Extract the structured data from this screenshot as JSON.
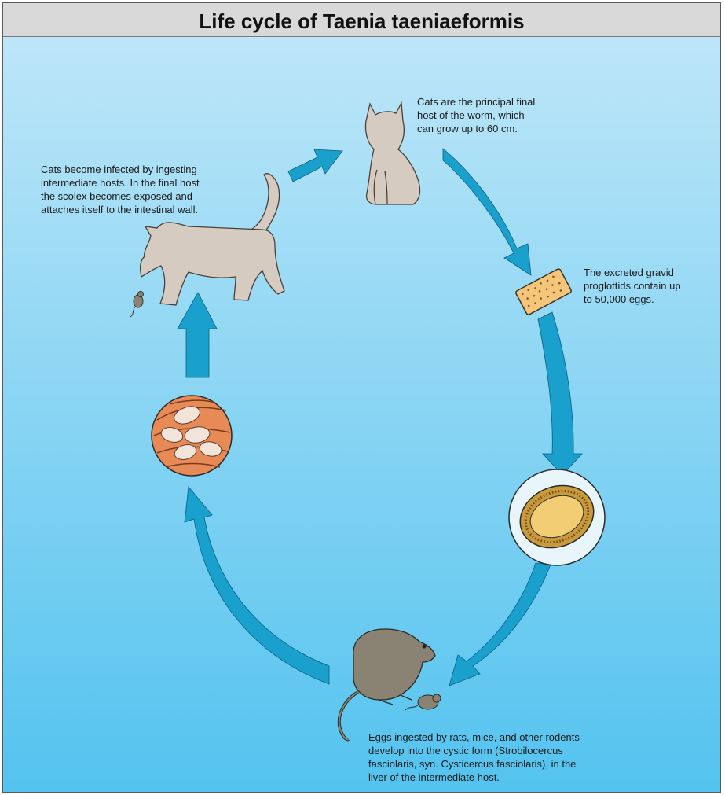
{
  "title": "Life cycle of Taenia taeniaeformis",
  "captions": {
    "infection": [
      "Cats become infected by ingesting",
      "intermediate hosts. In the final host",
      "the scolex becomes exposed and",
      "attaches itself to the intestinal wall."
    ],
    "final_host": [
      "Cats are the principal final",
      "host of the worm, which",
      "can grow up to 60 cm."
    ],
    "proglottids": [
      "The excreted gravid",
      "proglottids contain up",
      "to 50,000 eggs."
    ],
    "rodents": [
      "Eggs ingested by rats, mice, and other rodents",
      "develop into the cystic form (Strobilocercus",
      "fasciolaris, syn. Cysticercus fasciolaris), in the",
      "liver of the intermediate host."
    ]
  },
  "colors": {
    "background_top": "#bde6f8",
    "background_bottom": "#53c3ef",
    "arrow": "#1aa0cd",
    "arrow_outline": "#0d5f80",
    "cat": "#d6cbc0",
    "rodent": "#8a8373",
    "proglottid": "#f5c57a",
    "egg_yolk": "#f3cd74",
    "cyst_tissue": "#e88a55"
  },
  "icons": [
    "sitting-cat-icon",
    "walking-cat-icon",
    "small-mouse-icon",
    "proglottid-segment-icon",
    "taenia-egg-icon",
    "rodent-intermediate-host-icon",
    "cyst-tissue-icon"
  ]
}
